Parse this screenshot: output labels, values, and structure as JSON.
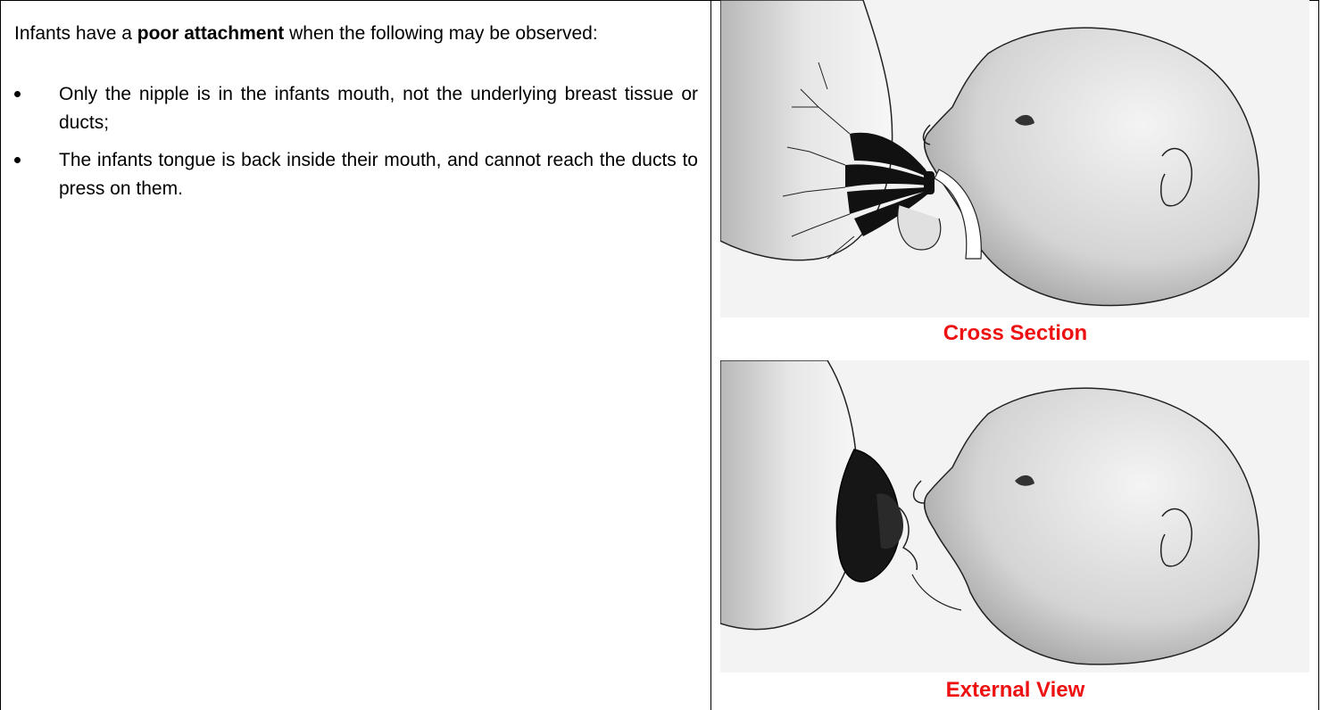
{
  "intro": {
    "before": "Infants have a ",
    "emphasis": "poor attachment",
    "after": " when the following may be observed:"
  },
  "bullets": [
    "Only the nipple is in the infants mouth, not the underlying breast tissue or ducts;",
    "The infants tongue is back inside their mouth, and cannot reach the ducts to press on them."
  ],
  "figures": {
    "cross_section": {
      "caption": "Cross Section"
    },
    "external_view": {
      "caption": "External View"
    }
  },
  "colors": {
    "caption": "#ee1111",
    "ink": "#000000"
  }
}
